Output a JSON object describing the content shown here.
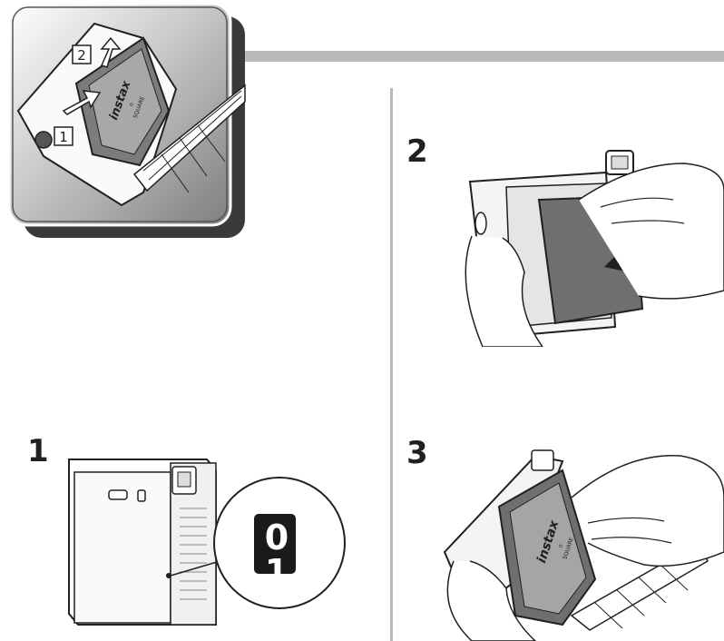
{
  "header_illustration": {
    "callouts": [
      "2",
      "1"
    ],
    "pack_brand": "instax",
    "pack_mark": "o",
    "pack_format": "SQUARE"
  },
  "steps": [
    {
      "number": "1",
      "counter_digit_top": "0",
      "counter_digit_bottom": "1"
    },
    {
      "number": "2"
    },
    {
      "number": "3",
      "pack_brand": "instax",
      "pack_mark": "o",
      "pack_format": "SQUARE"
    }
  ],
  "colors": {
    "divider": "#b9b9b9",
    "frame_shadow": "#3a3a3a",
    "counter_bg": "#1a1a1a"
  }
}
